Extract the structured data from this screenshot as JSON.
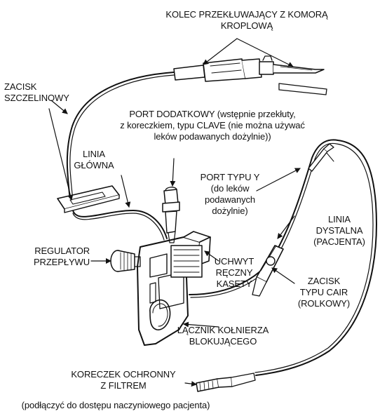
{
  "labels": {
    "spike": [
      "KOLEC PRZEKŁUWAJĄCY Z KOMORĄ",
      "KROPLOWĄ"
    ],
    "slide_clamp": [
      "ZACISK",
      "SZCZELINOWY"
    ],
    "aux_port": [
      "PORT DODATKOWY (wstępnie przekłuty,",
      "z koreczkiem, typu CLAVE (nie można używać",
      "leków podawanych dożylnie))"
    ],
    "main_line": [
      "LINIA",
      "GŁÓWNA"
    ],
    "y_port": [
      "PORT TYPU Y",
      "(do leków",
      "podawanych",
      "dożylnie)"
    ],
    "distal_line": [
      "LINIA",
      "DYSTALNA",
      "(PACJENTA)"
    ],
    "flow_regulator": [
      "REGULATOR",
      "PRZEPŁYWU"
    ],
    "cassette_handle": [
      "UCHWYT",
      "RĘCZNY",
      "KASETY"
    ],
    "roller_clamp": [
      "ZACISK",
      "TYPU CAIR",
      "(ROLKOWY)"
    ],
    "luer_lock": [
      "ŁĄCZNIK KOŁNIERZA",
      "BLOKUJĄCEGO"
    ],
    "filter_cap": [
      "KORECZEK OCHRONNY",
      "Z FILTREM"
    ],
    "filter_cap_note": "(podłączyć do dostępu naczyniowego pacjenta)"
  }
}
